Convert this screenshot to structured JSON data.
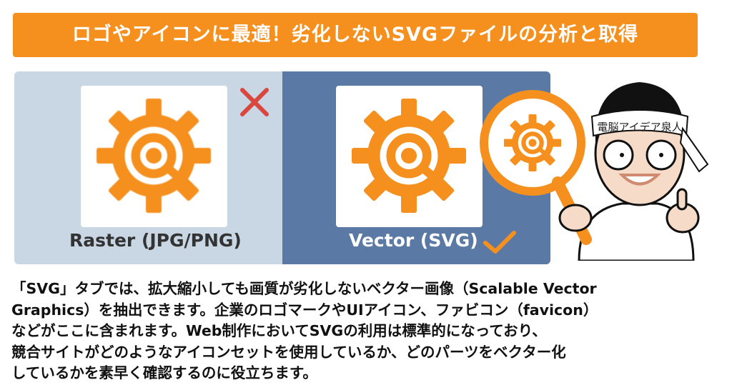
{
  "title": "ロゴやアイコンに最適！劣化しないSVGファイルの分析と取得",
  "raster": {
    "label": "Raster (JPG/PNG)",
    "icon": "gear-icon",
    "mark": "x-mark-icon"
  },
  "vector": {
    "label": "Vector (SVG)",
    "icon": "gear-icon",
    "mark": "check-mark-icon"
  },
  "character": {
    "headband_text": "電脳アイデア泉人"
  },
  "colors": {
    "orange": "#f5901e",
    "raster_bg": "#c9d6e4",
    "vector_bg": "#5a7aa5",
    "x_red": "#d9473f"
  },
  "body_lines": [
    "「SVG」タブでは、拡大縮小しても画質が劣化しないベクター画像（Scalable Vector",
    "Graphics）を抽出できます。企業のロゴマークやUIアイコン、ファビコン（favicon）",
    "などがここに含まれます。Web制作においてSVGの利用は標準的になっており、",
    "競合サイトがどのようなアイコンセットを使用しているか、どのパーツをベクター化",
    "しているかを素早く確認するのに役立ちます。"
  ]
}
